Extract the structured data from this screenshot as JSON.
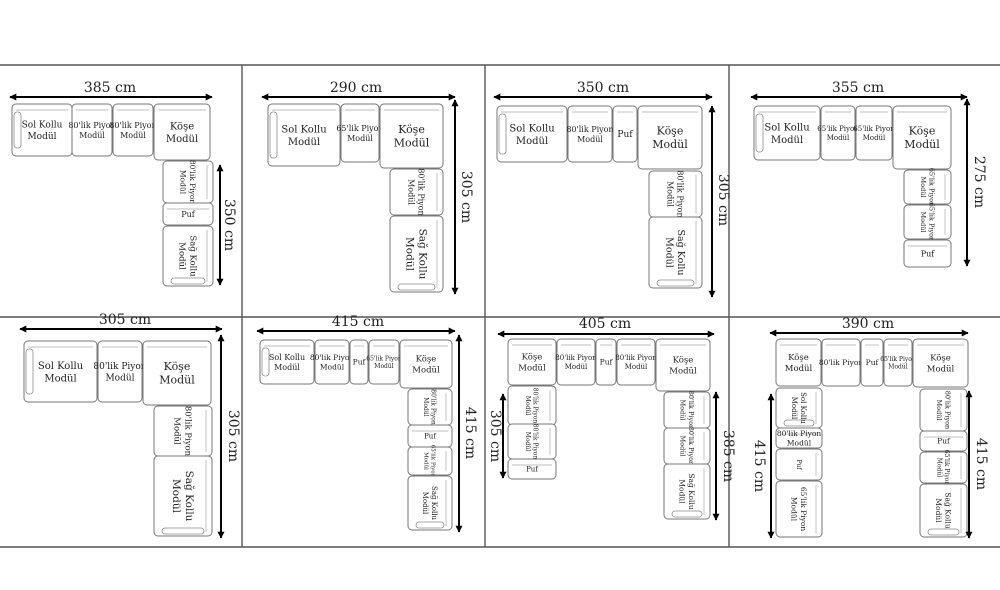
{
  "colors": {
    "line": "#000000",
    "module_stroke": "#777777",
    "frame": "#555555",
    "text": "#222222"
  },
  "panels": [
    {
      "id": "p1",
      "dims": {
        "top": "385 cm",
        "right": "350 cm"
      },
      "modules": [
        {
          "l1": "Sol Kollu",
          "l2": "Modül"
        },
        {
          "l1": "80'lik Piyon",
          "l2": "Modül"
        },
        {
          "l1": "80'lik Piyon",
          "l2": "Modül"
        },
        {
          "l1": "Köşe",
          "l2": "Modül"
        },
        {
          "l1": "80'lik Piyon",
          "l2": "Modül"
        },
        {
          "l1": "Puf",
          "l2": ""
        },
        {
          "l1": "Sağ Kollu",
          "l2": "Modül"
        }
      ]
    },
    {
      "id": "p2",
      "dims": {
        "top": "290 cm",
        "right": "305 cm"
      },
      "modules": [
        {
          "l1": "Sol Kollu",
          "l2": "Modül"
        },
        {
          "l1": "65'lik Piyon",
          "l2": "Modül"
        },
        {
          "l1": "Köşe",
          "l2": "Modül"
        },
        {
          "l1": "80'lik Piyon",
          "l2": "Modül"
        },
        {
          "l1": "Sağ Kollu",
          "l2": "Modül"
        }
      ]
    },
    {
      "id": "p3",
      "dims": {
        "top": "350 cm",
        "right": "305 cm"
      },
      "modules": [
        {
          "l1": "Sol Kollu",
          "l2": "Modül"
        },
        {
          "l1": "80'lik Piyon",
          "l2": "Modül"
        },
        {
          "l1": "Puf",
          "l2": ""
        },
        {
          "l1": "Köşe",
          "l2": "Modül"
        },
        {
          "l1": "80'lik Piyon",
          "l2": "Modül"
        },
        {
          "l1": "Sağ Kollu",
          "l2": "Modül"
        }
      ]
    },
    {
      "id": "p4",
      "dims": {
        "top": "355 cm",
        "right": "275 cm"
      },
      "modules": [
        {
          "l1": "Sol Kollu",
          "l2": "Modül"
        },
        {
          "l1": "65'lik Piyon",
          "l2": "Modül"
        },
        {
          "l1": "65'lik Piyon",
          "l2": "Modül"
        },
        {
          "l1": "Köşe",
          "l2": "Modül"
        },
        {
          "l1": "65'lik Piyon",
          "l2": "Modül"
        },
        {
          "l1": "65'lik Piyon",
          "l2": "Modül"
        },
        {
          "l1": "Puf",
          "l2": ""
        }
      ]
    },
    {
      "id": "p5",
      "dims": {
        "top": "305 cm",
        "right": "305 cm"
      },
      "modules": [
        {
          "l1": "Sol Kollu",
          "l2": "Modül"
        },
        {
          "l1": "80'lik Piyon",
          "l2": "Modül"
        },
        {
          "l1": "Köşe",
          "l2": "Modül"
        },
        {
          "l1": "80'lik Piyon",
          "l2": "Modül"
        },
        {
          "l1": "Sağ Kollu",
          "l2": "Modül"
        }
      ]
    },
    {
      "id": "p6",
      "dims": {
        "top": "415 cm",
        "right": "415 cm"
      },
      "modules": [
        {
          "l1": "Sol Kollu",
          "l2": "Modül"
        },
        {
          "l1": "80'lik Piyon",
          "l2": "Modül"
        },
        {
          "l1": "Puf",
          "l2": ""
        },
        {
          "l1": "65'lik Piyon",
          "l2": "Modül"
        },
        {
          "l1": "Köşe",
          "l2": "Modül"
        },
        {
          "l1": "80'lik Piyon",
          "l2": "Modül"
        },
        {
          "l1": "Puf",
          "l2": ""
        },
        {
          "l1": "65'lik Piyon",
          "l2": "Modül"
        },
        {
          "l1": "Sağ Kollu",
          "l2": "Modül"
        }
      ]
    },
    {
      "id": "p7",
      "dims": {
        "top": "405 cm",
        "right": "385 cm",
        "left": "305 cm"
      },
      "modules": [
        {
          "l1": "Köşe",
          "l2": "Modül"
        },
        {
          "l1": "80'lik Piyon",
          "l2": "Modül"
        },
        {
          "l1": "Puf",
          "l2": ""
        },
        {
          "l1": "80'lik Piyon",
          "l2": "Modül"
        },
        {
          "l1": "Köşe",
          "l2": "Modül"
        },
        {
          "l1": "80'lik Piyon",
          "l2": "Modül"
        },
        {
          "l1": "80'lik Piyon",
          "l2": "Modül"
        },
        {
          "l1": "Puf",
          "l2": ""
        },
        {
          "l1": "80'lik Piyon",
          "l2": "Modül"
        },
        {
          "l1": "80'lik Piyon",
          "l2": "Modül"
        },
        {
          "l1": "Sağ Kollu",
          "l2": "Modül"
        }
      ]
    },
    {
      "id": "p8",
      "dims": {
        "top": "390 cm",
        "right": "415 cm",
        "left": "415 cm"
      },
      "modules": [
        {
          "l1": "Köşe",
          "l2": "Modül"
        },
        {
          "l1": "80'lik Piyon",
          "l2": ""
        },
        {
          "l1": "Puf",
          "l2": ""
        },
        {
          "l1": "65'lik Piyon",
          "l2": "Modül"
        },
        {
          "l1": "Köşe",
          "l2": "Modül"
        },
        {
          "l1": "80'lik Piyon",
          "l2": "Modül"
        },
        {
          "l1": "Puf",
          "l2": ""
        },
        {
          "l1": "65'lik Piyon",
          "l2": "Modül"
        },
        {
          "l1": "Sol Kollu",
          "l2": "Modül"
        },
        {
          "l1": "80'lik Piyon",
          "l2": "Modül"
        },
        {
          "l1": "Puf",
          "l2": ""
        },
        {
          "l1": "65'lik Piyon",
          "l2": "Modül"
        },
        {
          "l1": "Sağ Kollu",
          "l2": "Modül"
        }
      ]
    }
  ]
}
